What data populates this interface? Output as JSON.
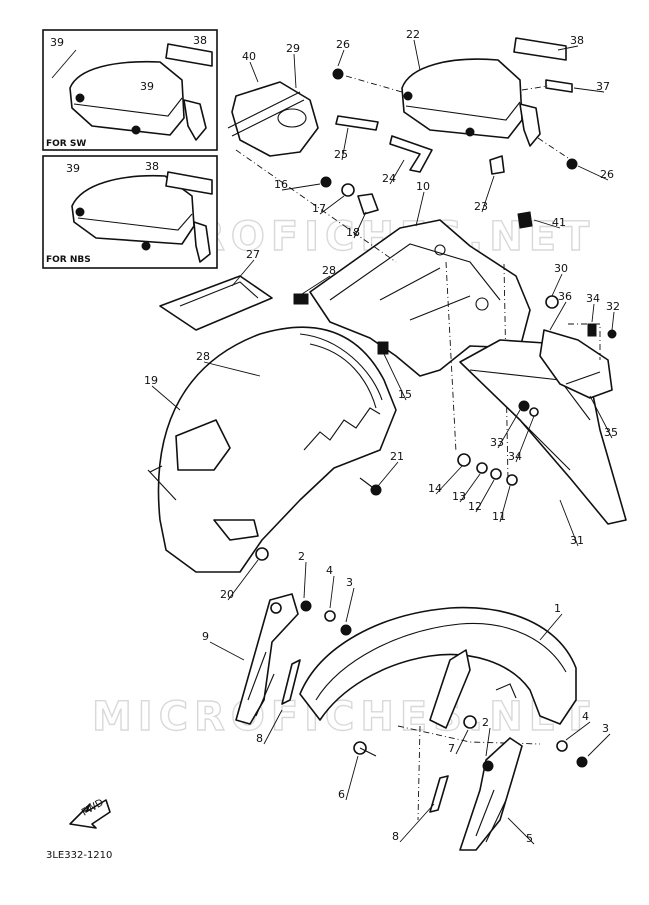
{
  "watermark": "MICROFICHES.NET",
  "drawing_code": "3LE332-1210",
  "front_arrow_label": "FWD",
  "inset_sw": {
    "label": "FOR SW",
    "callouts": [
      "39",
      "38",
      "39"
    ]
  },
  "inset_nbs": {
    "label": "FOR NBS",
    "callouts": [
      "39",
      "38"
    ]
  },
  "callouts": [
    "40",
    "29",
    "26",
    "22",
    "38",
    "37",
    "26",
    "25",
    "24",
    "23",
    "16",
    "17",
    "18",
    "10",
    "41",
    "27",
    "28",
    "30",
    "36",
    "34",
    "32",
    "28",
    "19",
    "15",
    "35",
    "33",
    "34",
    "21",
    "14",
    "13",
    "12",
    "11",
    "31",
    "20",
    "2",
    "4",
    "3",
    "9",
    "8",
    "1",
    "4",
    "3",
    "2",
    "7",
    "6",
    "8",
    "5"
  ]
}
